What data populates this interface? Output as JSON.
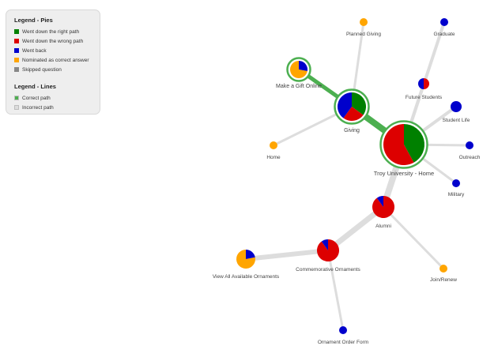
{
  "colors": {
    "right": "#008000",
    "wrong": "#dd0000",
    "back": "#0000cc",
    "nominated": "#ffa500",
    "skipped": "#888888",
    "correct_line": "#4caf50",
    "incorrect_line": "#dddddd",
    "ring": "#4caf50"
  },
  "legend": {
    "pies_title": "Legend - Pies",
    "pie_items": [
      {
        "label": "Went down the right path",
        "color": "#008000"
      },
      {
        "label": "Went down the wrong path",
        "color": "#dd0000"
      },
      {
        "label": "Went back",
        "color": "#0000cc"
      },
      {
        "label": "Nominated as correct answer",
        "color": "#ffa500"
      },
      {
        "label": "Skipped question",
        "color": "#888888"
      }
    ],
    "lines_title": "Legend - Lines",
    "line_items": [
      {
        "label": "Correct path",
        "color": "#4caf50"
      },
      {
        "label": "Incorrect path",
        "color": "#dddddd"
      }
    ]
  },
  "nodes": [
    {
      "id": "home",
      "label": "Troy University - Home",
      "on_correct_path": true,
      "shares": {
        "right": 0.42,
        "wrong": 0.58,
        "back": 0,
        "nominated": 0
      }
    },
    {
      "id": "giving",
      "label": "Giving",
      "on_correct_path": true,
      "shares": {
        "right": 0.35,
        "wrong": 0.25,
        "back": 0.4,
        "nominated": 0
      }
    },
    {
      "id": "gift",
      "label": "Make a Gift Online",
      "on_correct_path": true,
      "shares": {
        "right": 0,
        "wrong": 0,
        "back": 0.28,
        "nominated": 0.72
      }
    },
    {
      "id": "planned",
      "label": "Planned Giving",
      "on_correct_path": false,
      "shares": {
        "right": 0,
        "wrong": 0,
        "back": 0,
        "nominated": 1
      }
    },
    {
      "id": "graduate",
      "label": "Graduate",
      "on_correct_path": false,
      "shares": {
        "right": 0,
        "wrong": 0,
        "back": 1,
        "nominated": 0
      }
    },
    {
      "id": "future",
      "label": "Future Students",
      "on_correct_path": false,
      "shares": {
        "right": 0,
        "wrong": 0.5,
        "back": 0.5,
        "nominated": 0
      }
    },
    {
      "id": "student",
      "label": "Student Life",
      "on_correct_path": false,
      "shares": {
        "right": 0,
        "wrong": 0,
        "back": 1,
        "nominated": 0
      }
    },
    {
      "id": "outreach",
      "label": "Outreach",
      "on_correct_path": false,
      "shares": {
        "right": 0,
        "wrong": 0,
        "back": 1,
        "nominated": 0
      }
    },
    {
      "id": "military",
      "label": "Military",
      "on_correct_path": false,
      "shares": {
        "right": 0,
        "wrong": 0,
        "back": 1,
        "nominated": 0
      }
    },
    {
      "id": "homelink",
      "label": "Home",
      "on_correct_path": false,
      "shares": {
        "right": 0,
        "wrong": 0,
        "back": 0,
        "nominated": 1
      }
    },
    {
      "id": "alumni",
      "label": "Alumni",
      "on_correct_path": false,
      "shares": {
        "right": 0,
        "wrong": 0.9,
        "back": 0.1,
        "nominated": 0
      }
    },
    {
      "id": "join",
      "label": "Join/Renew",
      "on_correct_path": false,
      "shares": {
        "right": 0,
        "wrong": 0,
        "back": 0,
        "nominated": 1
      }
    },
    {
      "id": "ornaments",
      "label": "Commemorative Ornaments",
      "on_correct_path": false,
      "shares": {
        "right": 0,
        "wrong": 0.9,
        "back": 0.1,
        "nominated": 0
      }
    },
    {
      "id": "viewall",
      "label": "View All Available Ornaments",
      "on_correct_path": false,
      "shares": {
        "right": 0,
        "wrong": 0,
        "back": 0.22,
        "nominated": 0.78
      }
    },
    {
      "id": "orderform",
      "label": "Ornament Order Form",
      "on_correct_path": false,
      "shares": {
        "right": 0,
        "wrong": 0,
        "back": 1,
        "nominated": 0
      }
    }
  ],
  "links": [
    {
      "from": "home",
      "to": "giving",
      "correct": true
    },
    {
      "from": "giving",
      "to": "gift",
      "correct": true
    },
    {
      "from": "giving",
      "to": "planned",
      "correct": false
    },
    {
      "from": "giving",
      "to": "homelink",
      "correct": false
    },
    {
      "from": "home",
      "to": "graduate",
      "correct": false
    },
    {
      "from": "home",
      "to": "future",
      "correct": false
    },
    {
      "from": "home",
      "to": "student",
      "correct": false
    },
    {
      "from": "home",
      "to": "outreach",
      "correct": false
    },
    {
      "from": "home",
      "to": "military",
      "correct": false
    },
    {
      "from": "home",
      "to": "alumni",
      "correct": false
    },
    {
      "from": "alumni",
      "to": "join",
      "correct": false
    },
    {
      "from": "alumni",
      "to": "ornaments",
      "correct": false
    },
    {
      "from": "ornaments",
      "to": "viewall",
      "correct": false
    },
    {
      "from": "ornaments",
      "to": "orderform",
      "correct": false
    }
  ]
}
